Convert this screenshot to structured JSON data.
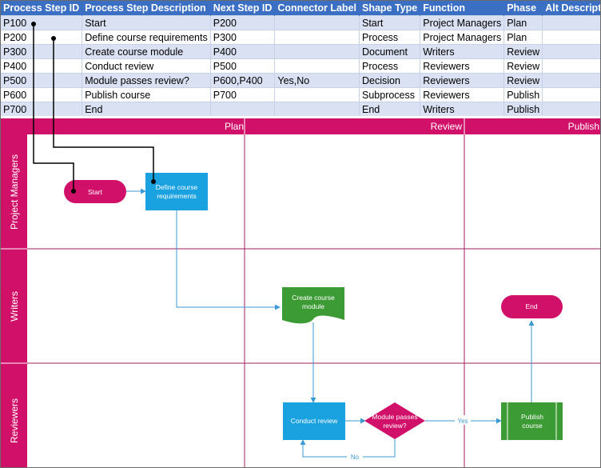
{
  "colors": {
    "header_bg": "#3a6fc4",
    "row_alt": "#d9e1f2",
    "lane_magenta": "#d1106a",
    "process_blue": "#1aa1e0",
    "writers_green": "#3d9b35",
    "connector": "#3b9ad3"
  },
  "table": {
    "headers": [
      "Process Step ID",
      "Process Step Description",
      "Next Step ID",
      "Connector Label",
      "Shape Type",
      "Function",
      "Phase",
      "Alt Description"
    ],
    "rows": [
      [
        "P100",
        "Start",
        "P200",
        "",
        "Start",
        "Project Managers",
        "Plan",
        ""
      ],
      [
        "P200",
        "Define course requirements",
        "P300",
        "",
        "Process",
        "Project Managers",
        "Plan",
        ""
      ],
      [
        "P300",
        "Create course module",
        "P400",
        "",
        "Document",
        "Writers",
        "Review",
        ""
      ],
      [
        "P400",
        "Conduct review",
        "P500",
        "",
        "Process",
        "Reviewers",
        "Review",
        ""
      ],
      [
        "P500",
        "Module passes review?",
        "P600,P400",
        "Yes,No",
        "Decision",
        "Reviewers",
        "Review",
        ""
      ],
      [
        "P600",
        "Publish course",
        "P700",
        "",
        "Subprocess",
        "Reviewers",
        "Publish",
        ""
      ],
      [
        "P700",
        "End",
        "",
        "",
        "End",
        "Writers",
        "Publish",
        ""
      ]
    ]
  },
  "diagram": {
    "phases": [
      "Plan",
      "Review",
      "Publish"
    ],
    "lanes": [
      "Project Managers",
      "Writers",
      "Reviewers"
    ],
    "shapes": {
      "start": "Start",
      "define": [
        "Define course",
        "requirements"
      ],
      "create": [
        "Create course",
        "module"
      ],
      "review": "Conduct review",
      "decision": [
        "Module passes",
        "review?"
      ],
      "publish": [
        "Publish",
        "course"
      ],
      "end": "End"
    },
    "connectors": {
      "yes": "Yes",
      "no": "No"
    }
  }
}
